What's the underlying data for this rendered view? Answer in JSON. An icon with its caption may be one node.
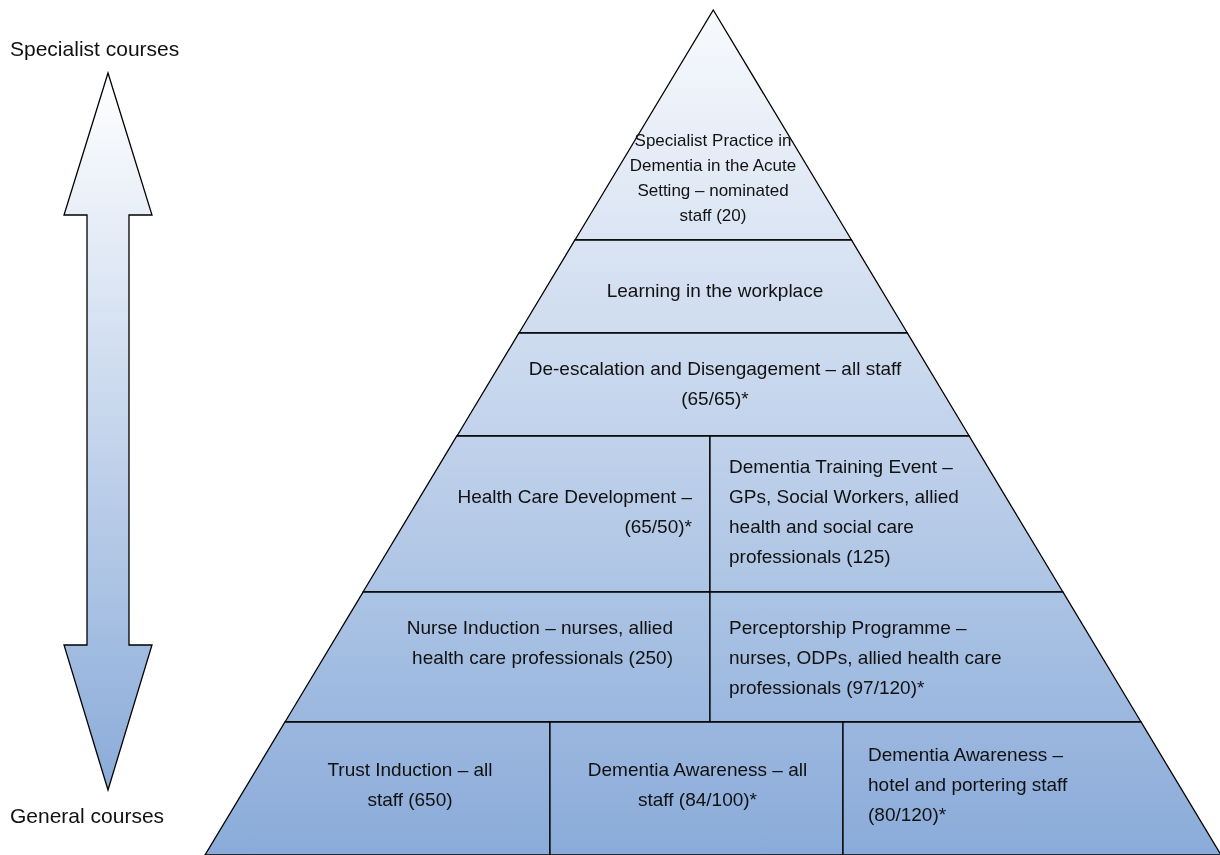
{
  "diagram": {
    "nodes": [
      {
        "text": [
          "Specialist Practice in Dementia in the Acute Setting – nominated staff (20)"
        ]
      },
      {
        "text": [
          "Learning in the workplace"
        ]
      },
      {
        "text": [
          "De-escalation and Disengagement – all staff (65/65)*"
        ]
      },
      {
        "text": [
          "Health Care Development – (65/50)*"
        ]
      },
      {
        "text": [
          "Dementia Training Event – GPs, Social Workers, allied health and social care professionals (125)"
        ]
      },
      {
        "text": [
          "Nurse Induction – nurses, allied health care professionals (250)"
        ]
      },
      {
        "text": [
          "Perceptorship Programme – nurses, ODPs, allied health care professionals (97/120)*"
        ]
      },
      {
        "text": [
          "Trust Induction – all staff (650)"
        ]
      },
      {
        "text": [
          "Dementia Awareness – all staff (84/100)*"
        ]
      },
      {
        "text": [
          "Dementia Awareness – hotel and portering staff (80/120)*"
        ]
      }
    ],
    "labels": [
      "Specialist courses",
      "General courses"
    ]
  }
}
